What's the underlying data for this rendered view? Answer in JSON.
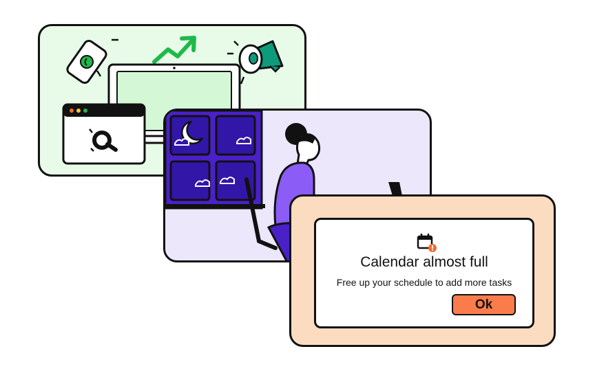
{
  "dialog": {
    "title": "Calendar almost full",
    "message": "Free up your schedule to add more tasks",
    "ok_label": "Ok",
    "icon": "calendar-alert-icon"
  },
  "colors": {
    "green_card_bg": "#e8fbe9",
    "purple_card_bg": "#ece7fb",
    "peach_card_bg": "#fcdcc0",
    "ok_button": "#fb7c4b",
    "accent_green": "#1fb94a",
    "accent_purple": "#4a21c9",
    "accent_orange": "#f26b2a"
  }
}
